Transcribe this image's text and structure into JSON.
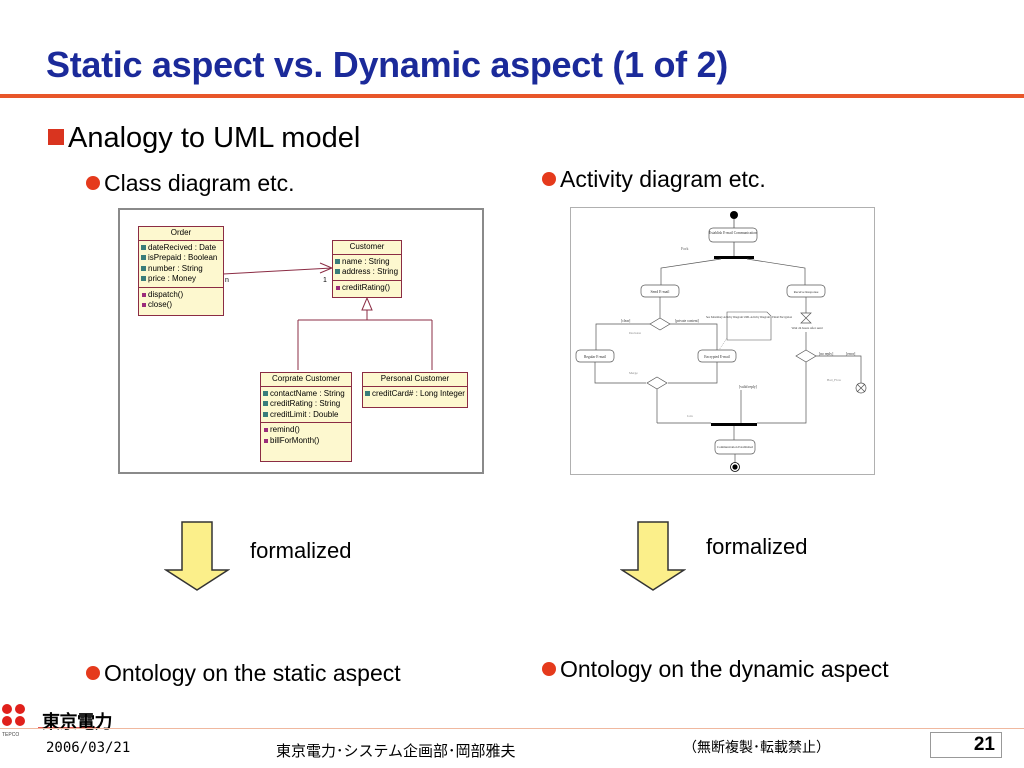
{
  "slide": {
    "title": "Static aspect vs. Dynamic aspect (1 of 2)",
    "level1": "Analogy to UML model",
    "left_bullet": "Class diagram etc.",
    "right_bullet": "Activity diagram etc.",
    "left_arrow_label": "formalized",
    "right_arrow_label": "formalized",
    "left_result": "Ontology on the static aspect",
    "right_result": "Ontology on the dynamic aspect"
  },
  "class_diagram": {
    "order": {
      "name": "Order",
      "attributes": [
        "dateRecived : Date",
        "isPrepaid : Boolean",
        "number : String",
        "price : Money"
      ],
      "methods": [
        "dispatch()",
        "close()"
      ]
    },
    "customer": {
      "name": "Customer",
      "attributes": [
        "name : String",
        "address : String"
      ],
      "methods": [
        "creditRating()"
      ]
    },
    "corporate": {
      "name": "Corprate Customer",
      "attributes": [
        "contactName : String",
        "creditRating : String",
        "creditLimit : Double"
      ],
      "methods": [
        "remind()",
        "billForMonth()"
      ]
    },
    "personal": {
      "name": "Personal Customer",
      "attributes": [
        "creditCard# : Long Integer"
      ]
    },
    "mult_order": "n",
    "mult_customer": "1"
  },
  "activity_diagram": {
    "nodes": [
      "Establish E-mail Communication",
      "Send E-mail",
      "Receive Response",
      "See Subsidiary Activity Diagram UML Activity Diagram - Email Encryption",
      "Regular E-mail",
      "Encrypted E-mail",
      "Wait 24 hours after send",
      "Communication Established"
    ],
    "labels": [
      "Fork",
      "[clear]",
      "[private content]",
      "Decision",
      "Merge",
      "Join",
      "[no reply]",
      "[error]",
      "[valid reply]",
      "Bad_Flow"
    ]
  },
  "footer": {
    "company": "東京電力",
    "tagline": "TEPCO",
    "date": "2006/03/21",
    "author": "東京電力･システム企画部･岡部雅夫",
    "note": "（無断複製･転載禁止）",
    "page": "21"
  },
  "colors": {
    "title": "#1b2a9a",
    "rule": "#e8562a",
    "bullet": "#e53a1c",
    "uml_fill": "#fdf8cf",
    "uml_border": "#8b2c44",
    "arrow_fill": "#fbef8a"
  }
}
